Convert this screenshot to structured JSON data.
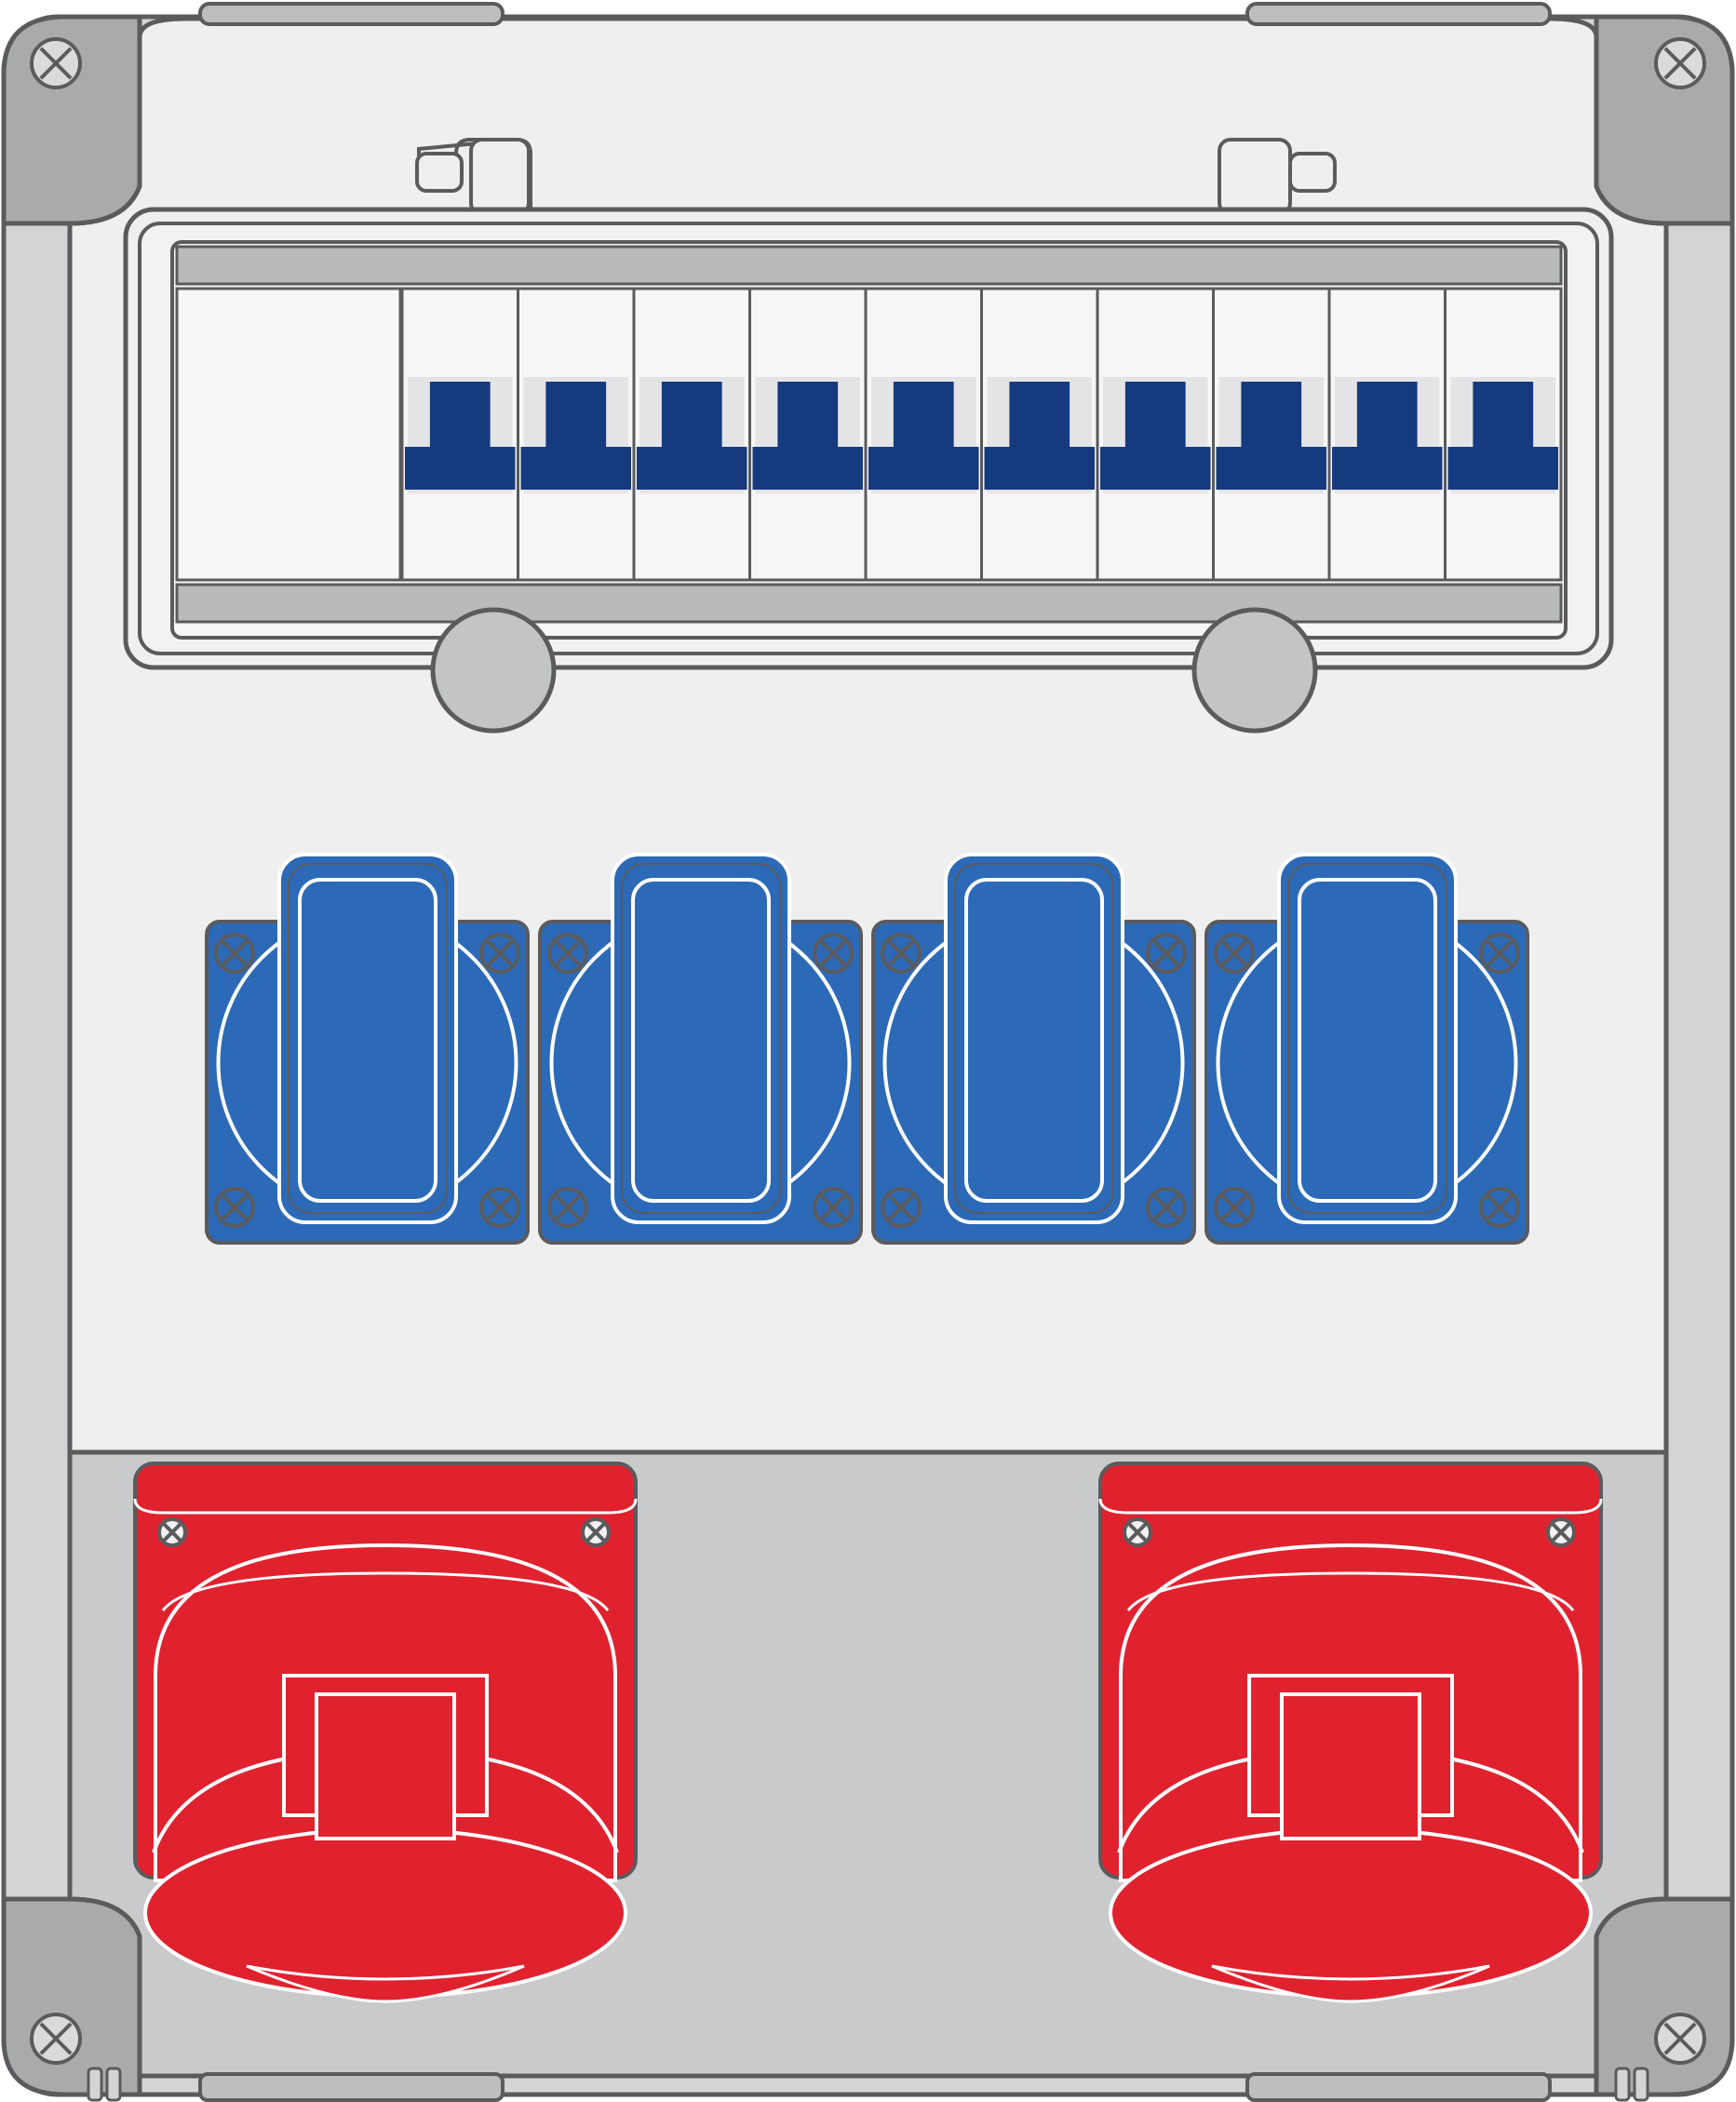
{
  "title": "",
  "colors": {
    "outline": "#5b5b5d",
    "body_light": "#efeff0",
    "body_gray": "#c9cacc",
    "bracket_gray": "#a9aaac",
    "breaker_white": "#f6f6f6",
    "breaker_toggle": "#163a7e",
    "socket_blue": "#2c6ab7",
    "socket_red": "#e0222f",
    "white": "#ffffff"
  },
  "breaker_panel": {
    "module_count": 10,
    "toggles": [
      {
        "id": "breaker-1"
      },
      {
        "id": "breaker-2"
      },
      {
        "id": "breaker-3"
      },
      {
        "id": "breaker-4"
      },
      {
        "id": "breaker-5"
      },
      {
        "id": "breaker-6"
      },
      {
        "id": "breaker-7"
      },
      {
        "id": "breaker-8"
      },
      {
        "id": "breaker-9"
      },
      {
        "id": "breaker-10"
      }
    ]
  },
  "schuko_sockets": [
    {
      "id": "schuko-socket-1"
    },
    {
      "id": "schuko-socket-2"
    },
    {
      "id": "schuko-socket-3"
    },
    {
      "id": "schuko-socket-4"
    }
  ],
  "cee_sockets": [
    {
      "id": "cee-socket-left"
    },
    {
      "id": "cee-socket-right"
    }
  ],
  "corner_screws": [
    {
      "id": "corner-screw-top-left"
    },
    {
      "id": "corner-screw-top-right"
    },
    {
      "id": "corner-screw-bottom-left"
    },
    {
      "id": "corner-screw-bottom-right"
    }
  ]
}
